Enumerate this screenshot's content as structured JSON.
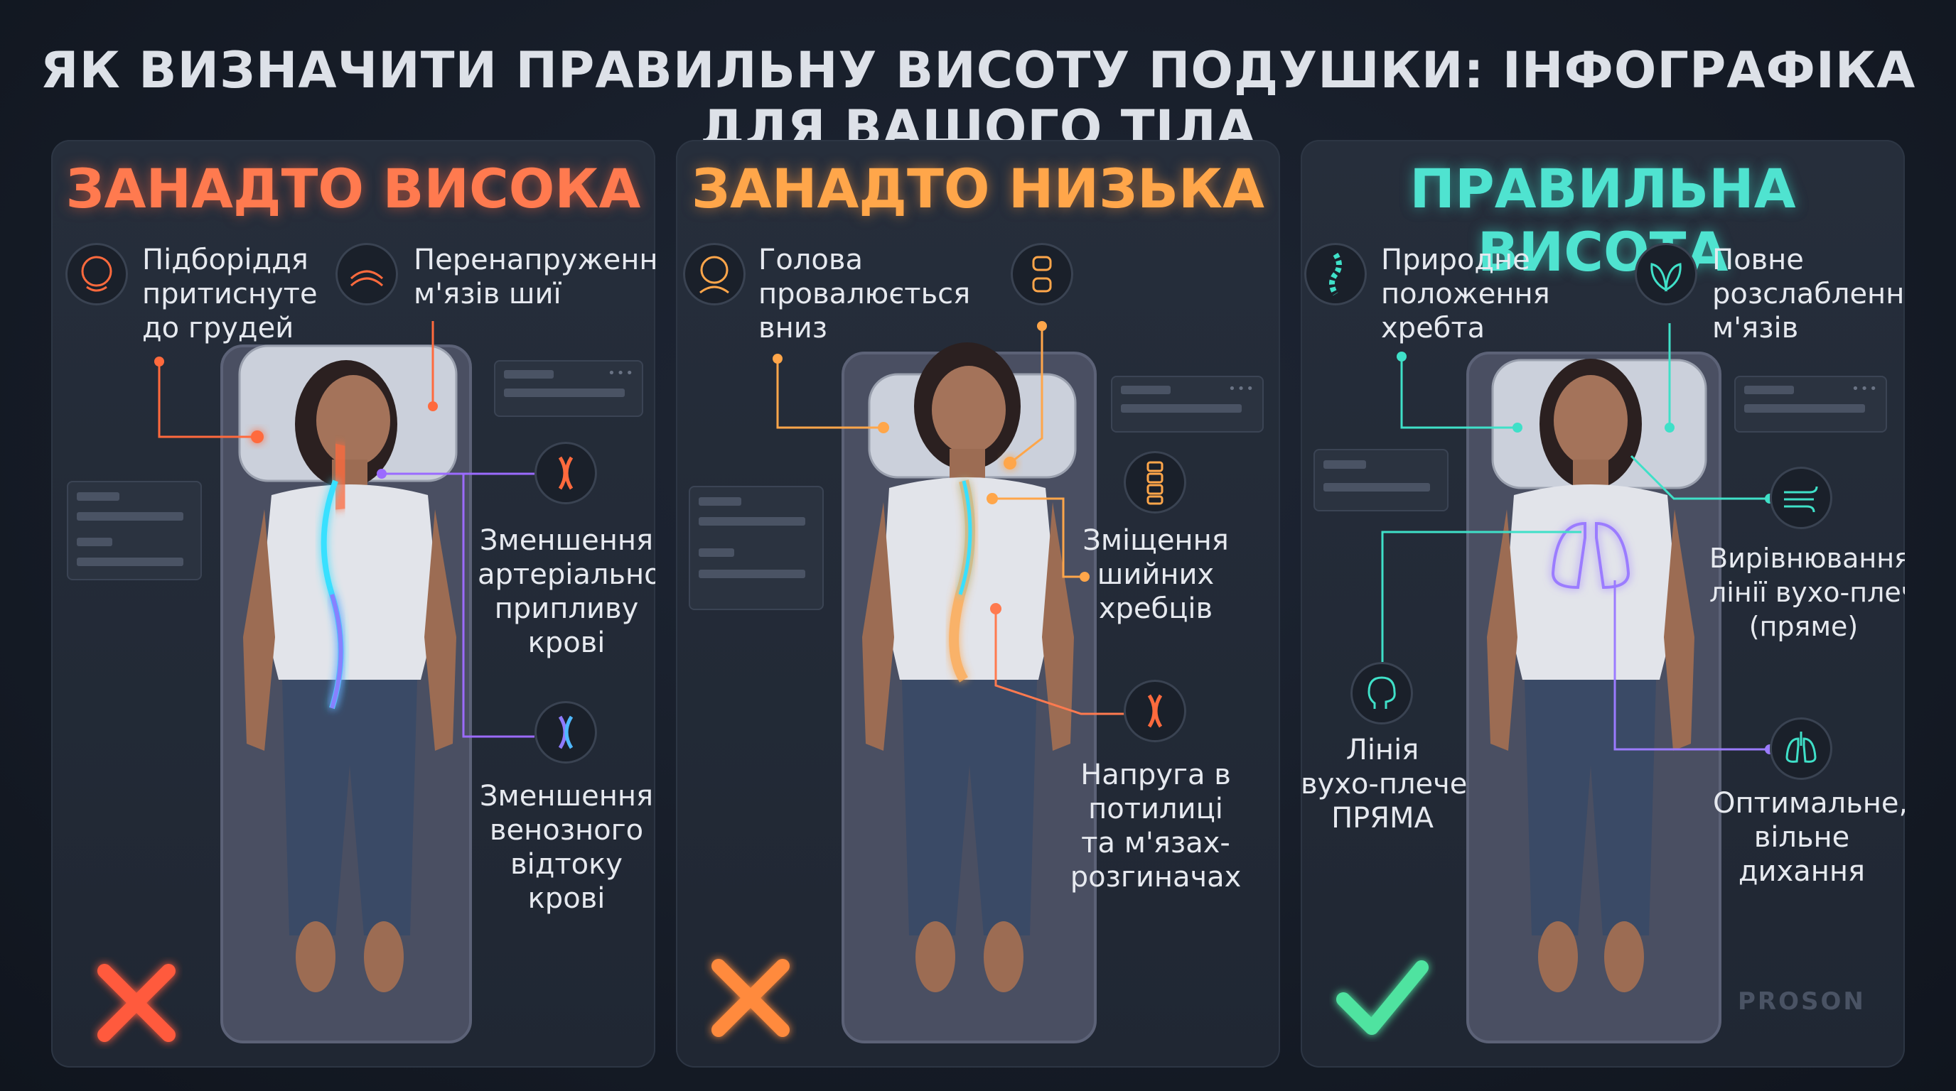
{
  "title": "ЯК ВИЗНАЧИТИ ПРАВИЛЬНУ ВИСОТУ ПОДУШКИ: ІНФОГРАФІКА ДЛЯ ВАШОГО ТІЛА",
  "watermark": "PROSON",
  "panels": [
    {
      "heading": "ЗАНАДТО ВИСОКА",
      "accent": "#ff6a3d",
      "verdict_icon": "cross-icon",
      "labels": {
        "chin": [
          "Підборіддя",
          "притиснуте",
          "до грудей"
        ],
        "neck": [
          "Перенапруження",
          "м'язів шиї"
        ],
        "arterial": [
          "Зменшення",
          "артеріального",
          "припливу",
          "крові"
        ],
        "venous": [
          "Зменшення",
          "венозного",
          "відтоку",
          "крові"
        ]
      }
    },
    {
      "heading": "ЗАНАДТО НИЗЬКА",
      "accent": "#ff9a3d",
      "verdict_icon": "cross-icon",
      "labels": {
        "head": [
          "Голова",
          "провалюється",
          "вниз"
        ],
        "vertebrae": [
          "Зміщення",
          "шийних",
          "хребців"
        ],
        "tension": [
          "Напруга в",
          "потилиці",
          "та м'язах-",
          "розгиначах"
        ]
      }
    },
    {
      "heading": "ПРАВИЛЬНА ВИСОТА",
      "accent": "#3fe0c8",
      "verdict_icon": "check-icon",
      "labels": {
        "spine": [
          "Природне",
          "положення",
          "хребта"
        ],
        "relax": [
          "Повне",
          "розслаблення",
          "м'язів"
        ],
        "alignment": [
          "Вирівнювання",
          "лінії вухо-плече",
          "(пряме)"
        ],
        "earline": [
          "Лінія",
          "вухо-плече",
          "ПРЯМА"
        ],
        "breathing": [
          "Оптимальне,",
          "вільне",
          "дихання"
        ]
      }
    }
  ]
}
